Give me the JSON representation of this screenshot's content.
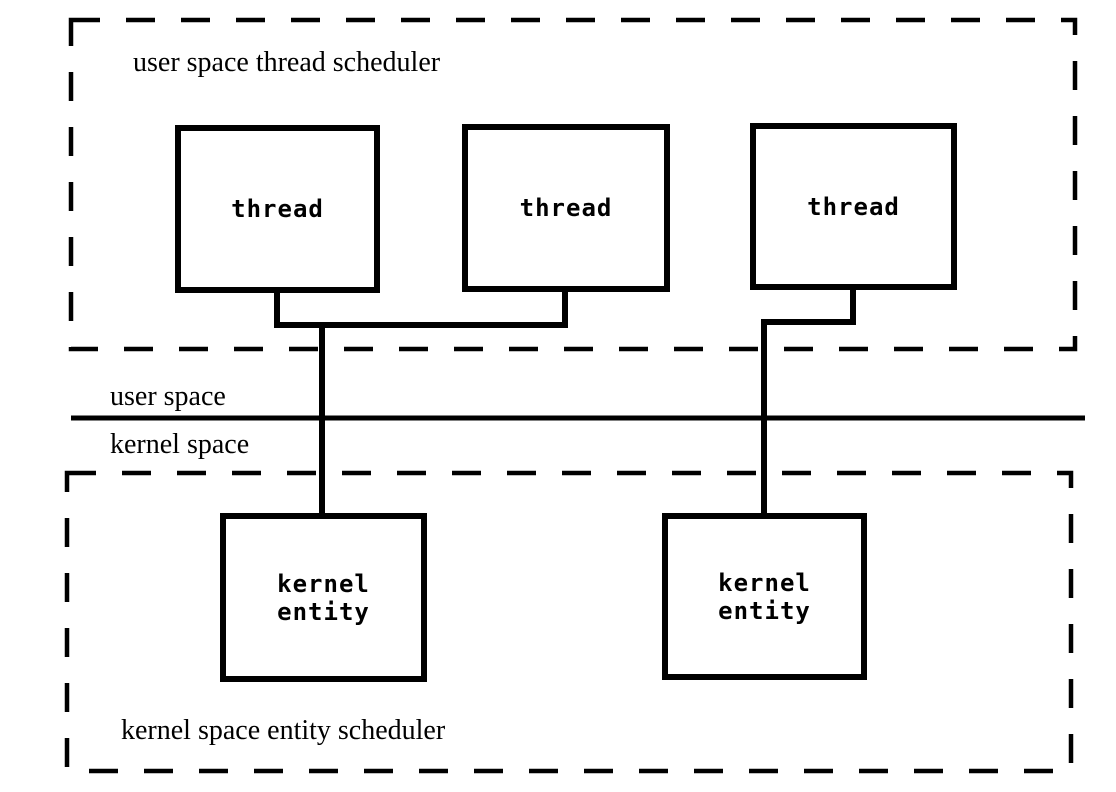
{
  "colors": {
    "ink": "#000000",
    "background": "#ffffff"
  },
  "user_space_scheduler": {
    "label": "user space thread scheduler",
    "threads": [
      {
        "label": "thread"
      },
      {
        "label": "thread"
      },
      {
        "label": "thread"
      }
    ]
  },
  "boundary": {
    "user_space_label": "user space",
    "kernel_space_label": "kernel space"
  },
  "kernel_scheduler": {
    "label": "kernel space entity scheduler",
    "entities": [
      {
        "line1": "kernel",
        "line2": "entity"
      },
      {
        "line1": "kernel",
        "line2": "entity"
      }
    ]
  }
}
